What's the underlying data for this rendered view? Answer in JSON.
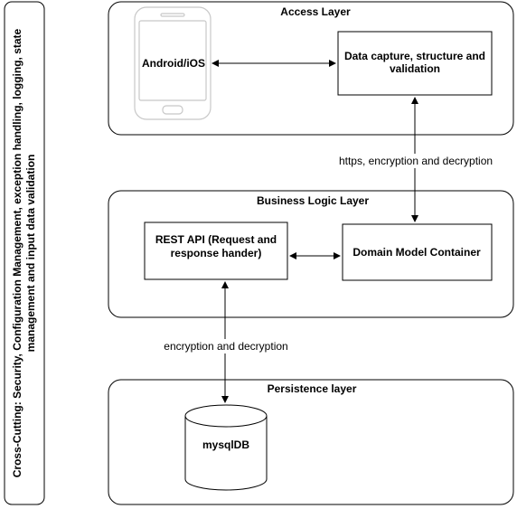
{
  "cross_cutting": {
    "line1": "Cross-Cutting: Security, Configuration Management, exception handling, logging, state",
    "line2": "management and input data validation"
  },
  "layers": {
    "access": {
      "title": "Access Layer"
    },
    "business": {
      "title": "Business Logic Layer"
    },
    "persistence": {
      "title": "Persistence layer"
    }
  },
  "nodes": {
    "mobile": {
      "label": "Android/iOS"
    },
    "data_capture": {
      "line1": "Data capture, structure and",
      "line2": "validation"
    },
    "rest_api": {
      "line1": "REST API (Request and",
      "line2": "response hander)"
    },
    "domain_model": {
      "label": "Domain Model Container"
    },
    "database": {
      "label": "mysqlDB"
    }
  },
  "edge_labels": {
    "access_to_business": "https, encryption and decryption",
    "business_to_persistence": "encryption and decryption"
  }
}
